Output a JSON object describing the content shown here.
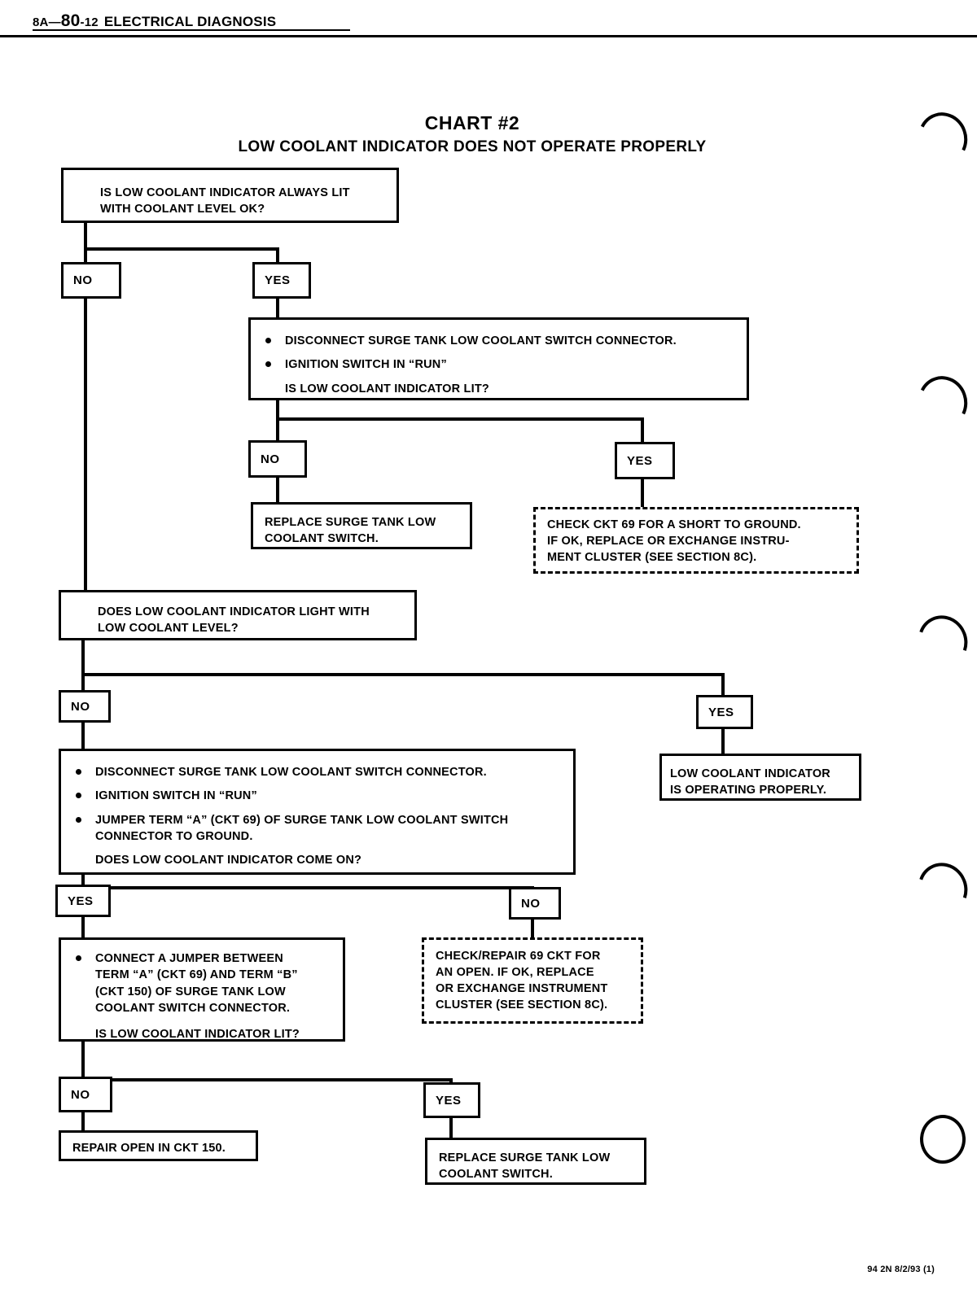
{
  "header": {
    "section_a": "8A",
    "dash": "—",
    "section_num": "80",
    "section_sub": "-12",
    "title": "ELECTRICAL DIAGNOSIS"
  },
  "chart": {
    "title": "CHART #2",
    "subtitle": "LOW COOLANT INDICATOR DOES NOT OPERATE PROPERLY"
  },
  "labels": {
    "no": "NO",
    "yes": "YES"
  },
  "nodes": {
    "q1": "IS LOW COOLANT INDICATOR ALWAYS LIT\nWITH COOLANT LEVEL OK?",
    "a1_b1": "DISCONNECT SURGE TANK LOW COOLANT SWITCH CONNECTOR.",
    "a1_b2": "IGNITION SWITCH IN “RUN”",
    "a1_q": "IS LOW COOLANT INDICATOR LIT?",
    "r1": "REPLACE SURGE TANK LOW\nCOOLANT SWITCH.",
    "r2": "CHECK CKT 69 FOR A SHORT TO GROUND.\nIF OK, REPLACE OR EXCHANGE INSTRU-\nMENT CLUSTER (SEE SECTION 8C).",
    "q2": "DOES LOW COOLANT INDICATOR LIGHT WITH\nLOW COOLANT LEVEL?",
    "r3": "LOW COOLANT INDICATOR\nIS OPERATING PROPERLY.",
    "a2_b1": "DISCONNECT SURGE TANK LOW COOLANT SWITCH CONNECTOR.",
    "a2_b2": "IGNITION SWITCH IN “RUN”",
    "a2_b3": "JUMPER TERM “A” (CKT 69) OF SURGE TANK LOW COOLANT SWITCH\nCONNECTOR TO GROUND.",
    "a2_q": "DOES LOW COOLANT INDICATOR COME ON?",
    "a3_b1": "CONNECT A JUMPER BETWEEN\nTERM “A” (CKT 69) AND TERM “B”\n(CKT 150) OF SURGE TANK LOW\nCOOLANT SWITCH CONNECTOR.",
    "a3_q": "IS LOW COOLANT INDICATOR LIT?",
    "r4": "CHECK/REPAIR 69 CKT FOR\nAN OPEN. IF OK, REPLACE\nOR EXCHANGE INSTRUMENT\nCLUSTER (SEE SECTION 8C).",
    "r5": "REPAIR OPEN IN CKT 150.",
    "r6": "REPLACE SURGE TANK LOW\nCOOLANT SWITCH."
  },
  "footer": {
    "code": "94 2N 8/2/93 (1)"
  },
  "colors": {
    "ink": "#000000",
    "paper": "#ffffff"
  }
}
